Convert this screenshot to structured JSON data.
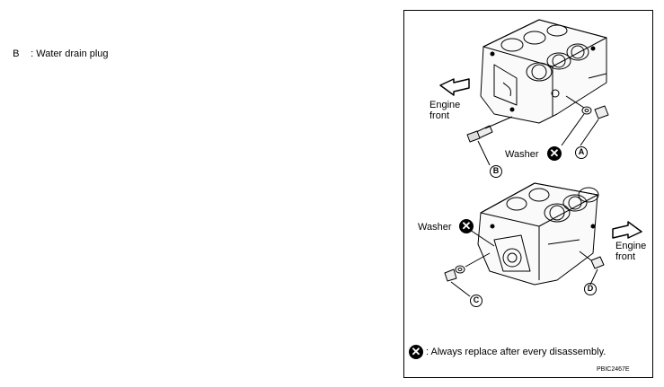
{
  "legend": {
    "key": "B",
    "text": ": Water drain plug"
  },
  "figure": {
    "top": {
      "engine_front": "Engine\nfront",
      "washer": "Washer",
      "callouts": [
        "A",
        "B"
      ]
    },
    "bottom": {
      "engine_front": "Engine\nfront",
      "washer": "Washer",
      "callouts": [
        "C",
        "D"
      ]
    },
    "footnote": ": Always replace after every disassembly.",
    "figure_id": "PBIC2467E",
    "icons": [
      "replace-symbol-icon",
      "arrow-icon",
      "engine-block-drawing"
    ]
  }
}
